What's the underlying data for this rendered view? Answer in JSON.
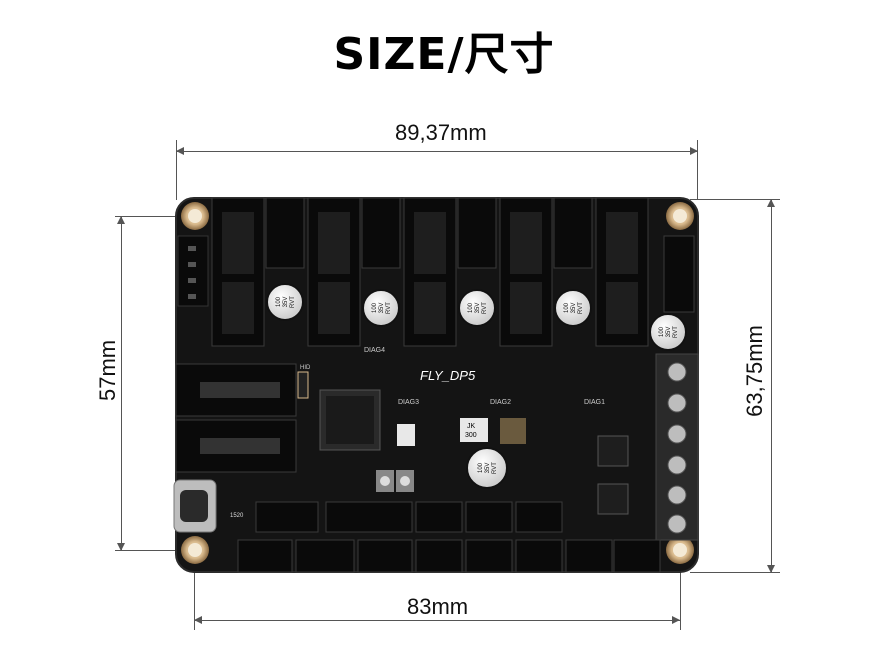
{
  "title": "SIZE/尺寸",
  "dimensions": {
    "top_width": "89,37mm",
    "bottom_width": "83mm",
    "left_height": "57mm",
    "right_height": "63,75mm"
  },
  "board": {
    "name": "FLY_DP5",
    "diag_labels": [
      "DIAG4",
      "DIAG3",
      "DIAG2",
      "DIAG1"
    ],
    "hid_label": "HID",
    "capacitor_label": [
      "100",
      "35V",
      "RVT"
    ],
    "jk_label": [
      "JK",
      "300"
    ],
    "inductor_label": "1520"
  },
  "colors": {
    "board": "#141414",
    "connector": "#0a0a0a",
    "terminal": "#2a2a2a",
    "pad": "#d8b98c",
    "capacitor": "#e9e9e9"
  }
}
